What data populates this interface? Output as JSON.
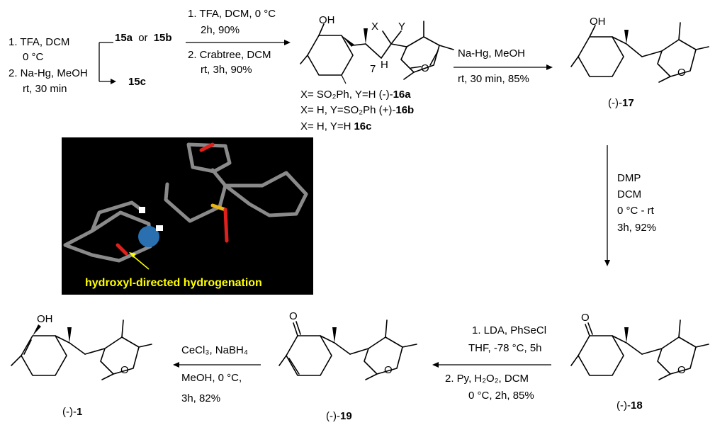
{
  "left_conditions": {
    "step1": "1. TFA, DCM",
    "step1_temp": "0 °C",
    "step2": "2. Na-Hg, MeOH",
    "step2_time": "rt, 30 min"
  },
  "compounds": {
    "c15a": "15a",
    "or": "or",
    "c15b": "15b",
    "c15c": "15c",
    "c16_x_label": "X",
    "c16_y_label": "Y",
    "c16_h": "H",
    "c16_oh": "OH",
    "c16_o": "O",
    "c16_locant": "7",
    "c16a_def": "X= SO₂Ph, Y=H (-)-",
    "c16a_num": "16a",
    "c16b_def": "X= H, Y=SO₂Ph (+)-",
    "c16b_num": "16b",
    "c16c_def": "X= H, Y=H",
    "c16c_num": "16c",
    "c17_oh": "OH",
    "c17_o": "O",
    "c17_prefix": "(-)-",
    "c17_num": "17",
    "c18_o": "O",
    "c18_ring_o": "O",
    "c18_prefix": "(-)-",
    "c18_num": "18",
    "c19_o": "O",
    "c19_ring_o": "O",
    "c19_prefix": "(-)-",
    "c19_num": "19",
    "c1_oh": "OH",
    "c1_o": "O",
    "c1_prefix": "(-)-",
    "c1_num": "1"
  },
  "arrows": {
    "a1": {
      "line1": "1. TFA, DCM, 0 °C",
      "line2": "2h, 90%",
      "line3": "2. Crabtree, DCM",
      "line4": "rt, 3h, 90%"
    },
    "a2": {
      "line1": "Na-Hg, MeOH",
      "line2": "rt, 30 min, 85%"
    },
    "a3": {
      "line1": "DMP",
      "line2": "DCM",
      "line3": "0 °C - rt",
      "line4": "3h, 92%"
    },
    "a4": {
      "line1": "1. LDA, PhSeCl",
      "line2": "THF, -78 °C, 5h",
      "line3": "2. Py, H₂O₂, DCM",
      "line4": "0 °C, 2h, 85%"
    },
    "a5": {
      "line1": "CeCl₃, NaBH₄",
      "line2": "MeOH, 0 °C,",
      "line3": "3h, 82%"
    }
  },
  "model": {
    "caption": "hydroxyl-directed hydrogenation",
    "background": "#000000",
    "carbon_color": "#8a8a8a",
    "oxygen_color": "#e0201c",
    "sulfur_color": "#e8b416",
    "iridium_color": "#2a6fb0",
    "caption_color": "#ffff00"
  }
}
